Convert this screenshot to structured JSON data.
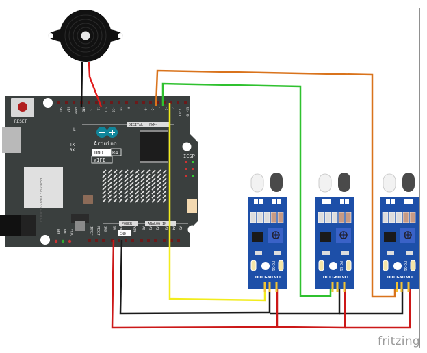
{
  "diagram": {
    "tool_watermark": "fritzing",
    "board": {
      "name": "Arduino",
      "model_label": "UNO",
      "revision_label": "R4",
      "variant_label": "WIFI",
      "reset_label": "RESET",
      "icsp_label": "ICSP",
      "digital_label": "DIGITAL - PWM~",
      "power_label": "POWER",
      "analog_label": "ANALOG IN",
      "gnd_label": "GND",
      "tx_label": "TX",
      "rx_label": "RX",
      "on_label": "ON",
      "l_label": "L",
      "module_label": "ESPRESSIF ESP32-S3-MINI-1",
      "digital_pins": [
        "SCL",
        "SDA",
        "AREF",
        "GND",
        "13",
        "12",
        "~11",
        "~10",
        "~9",
        "8",
        "7",
        "~6",
        "~5",
        "4",
        "~3",
        "2",
        "TX->1",
        "RX<-0"
      ],
      "power_pins": [
        "IOREF",
        "RESET",
        "3V3",
        "5V",
        "GND",
        "GND",
        "VIN"
      ],
      "analog_pins": [
        "A0",
        "A1",
        "A2",
        "A3",
        "A4",
        "A5"
      ],
      "side_pins": [
        "OFF",
        "GND",
        "VRTC"
      ]
    },
    "buzzer": {
      "name": "Piezo Buzzer"
    },
    "sensors": [
      {
        "id": "ir-sensor-1",
        "model": "FC-51",
        "pins": [
          "OUT",
          "GND",
          "VCC"
        ]
      },
      {
        "id": "ir-sensor-2",
        "model": "FC-51",
        "pins": [
          "OUT",
          "GND",
          "VCC"
        ]
      },
      {
        "id": "ir-sensor-3",
        "model": "FC-51",
        "pins": [
          "OUT",
          "GND",
          "VCC"
        ]
      }
    ],
    "wires": [
      {
        "name": "buzzer-gnd-wire",
        "color": "#111111",
        "from": "buzzer -",
        "to": "GND (digital header)"
      },
      {
        "name": "buzzer-signal-wire",
        "color": "#e01b1b",
        "from": "buzzer +",
        "to": "~11"
      },
      {
        "name": "sensor1-out-wire",
        "color": "#f2ec1d",
        "from": "sensor 1 OUT",
        "to": "2"
      },
      {
        "name": "sensor2-out-wire",
        "color": "#2fc12f",
        "from": "sensor 2 OUT",
        "to": "~3"
      },
      {
        "name": "sensor3-out-wire",
        "color": "#d9731c",
        "from": "sensor 3 OUT",
        "to": "4"
      },
      {
        "name": "gnd-bus-wire",
        "color": "#1a1a1a",
        "from": "GND (power header)",
        "to": "all sensor GND"
      },
      {
        "name": "vcc-bus-wire",
        "color": "#cc1818",
        "from": "5V",
        "to": "all sensor VCC"
      }
    ]
  }
}
